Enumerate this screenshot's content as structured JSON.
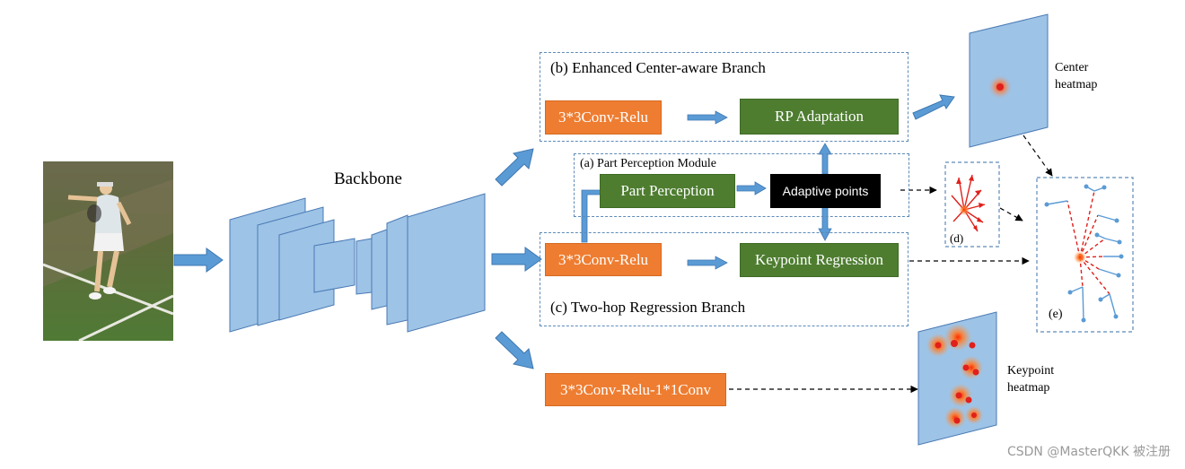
{
  "backbone": {
    "title": "Backbone"
  },
  "branches": {
    "center": {
      "title": "(b) Enhanced Center-aware Branch",
      "conv": "3*3Conv-Relu",
      "adapt": "RP Adaptation"
    },
    "part": {
      "title": "(a) Part Perception Module",
      "perception": "Part Perception",
      "adaptive": "Adaptive points"
    },
    "regression": {
      "title": "(c) Two-hop Regression Branch",
      "conv": "3*3Conv-Relu",
      "kp_reg": "Keypoint Regression"
    },
    "keypoint_conv": "3*3Conv-Relu-1*1Conv"
  },
  "outputs": {
    "center_heatmap": [
      "Center",
      "heatmap"
    ],
    "keypoint_heatmap": [
      "Keypoint",
      "heatmap"
    ],
    "d_label": "(d)",
    "e_label": "(e)"
  },
  "watermark": "CSDN @MasterQKK 被注册",
  "colors": {
    "orange": "#ee7d31",
    "green": "#4e7d30",
    "blue_fill": "#9dc3e6",
    "blue_stroke": "#4a7ab5",
    "arrow": "#5b9bd5",
    "red": "#e0201b"
  }
}
